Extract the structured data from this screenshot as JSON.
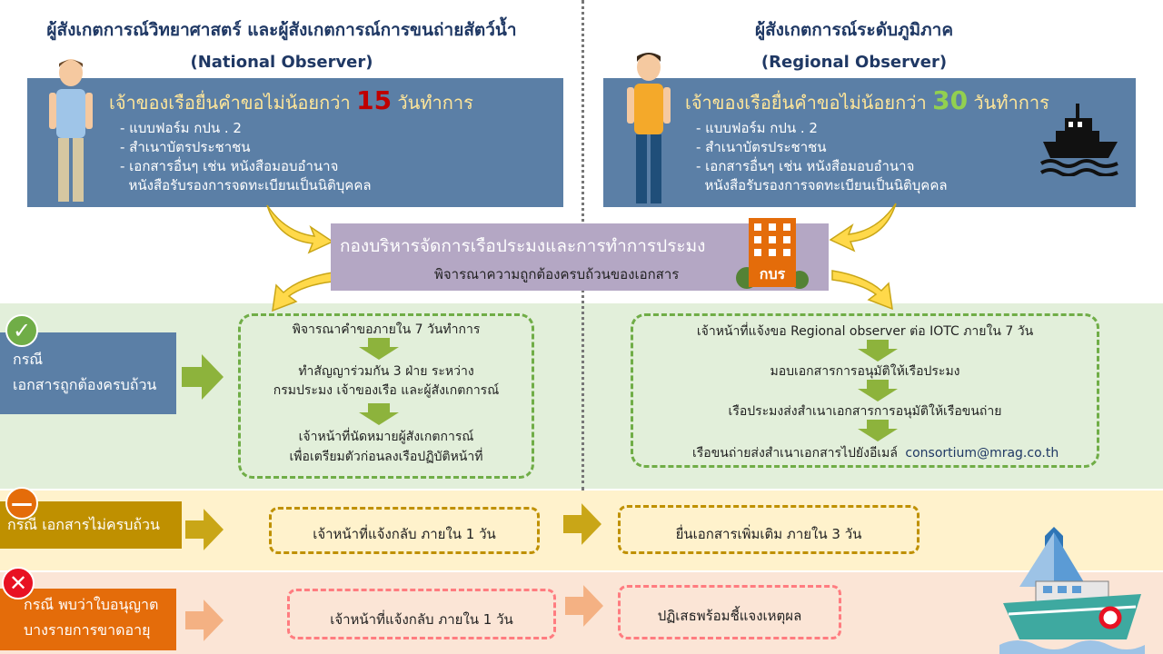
{
  "national": {
    "title_th": "ผู้สังเกตการณ์วิทยาศาสตร์ และผู้สังเกตการณ์การขนถ่ายสัตว์น้ำ",
    "title_en": "(National Observer)",
    "head_pre": "เจ้าของเรือยื่นคำขอไม่น้อยกว่า",
    "days": "15",
    "head_post": "วันทำการ",
    "items": [
      "- แบบฟอร์ม กปน . 2",
      "- สำเนาบัตรประชาชน",
      "- เอกสารอื่นๆ เช่น  หนังสือมอบอำนาจ",
      "  หนังสือรับรองการจดทะเบียนเป็นนิติบุคคล"
    ]
  },
  "regional": {
    "title_th": "ผู้สังเกตการณ์ระดับภูมิภาค",
    "title_en": "(Regional Observer)",
    "head_pre": "เจ้าของเรือยื่นคำขอไม่น้อยกว่า",
    "days": "30",
    "head_post": "วันทำการ",
    "items": [
      "- แบบฟอร์ม กปน . 2",
      "- สำเนาบัตรประชาชน",
      "- เอกสารอื่นๆ เช่น  หนังสือมอบอำนาจ",
      "  หนังสือรับรองการจดทะเบียนเป็นนิติบุคคล"
    ]
  },
  "center": {
    "title": "กองบริหารจัดการเรือประมงและการทำการประมง",
    "subtitle": "พิจารณาความถูกต้องครบถ้วนของเอกสาร",
    "building_label": "กบร"
  },
  "case_ok": {
    "label_1": "กรณี",
    "label_2": "เอกสารถูกต้องครบถ้วน",
    "national_steps": [
      "พิจารณาคำขอภายใน 7 วันทำการ",
      "ทำสัญญาร่วมกัน 3 ฝ่าย ระหว่าง",
      "กรมประมง เจ้าของเรือ และผู้สังเกตการณ์",
      "เจ้าหน้าที่นัดหมายผู้สังเกตการณ์",
      "เพื่อเตรียมตัวก่อนลงเรือปฏิบัติหน้าที่"
    ],
    "regional_steps": [
      "เจ้าหน้าที่แจ้งขอ Regional observer ต่อ IOTC ภายใน 7 วัน",
      "มอบเอกสารการอนุมัติให้เรือประมง",
      "เรือประมงส่งสำเนาเอกสารการอนุมัติให้เรือขนถ่าย",
      "เรือขนถ่ายส่งสำเนาเอกสารไปยังอีเมล์"
    ],
    "email": "consortium@mrag.co.th"
  },
  "case_incomplete": {
    "label": "กรณี เอกสารไม่ครบถ้วน",
    "step1": "เจ้าหน้าที่แจ้งกลับ ภายใน 1 วัน",
    "step2": "ยื่นเอกสารเพิ่มเติม ภายใน 3 วัน"
  },
  "case_expired": {
    "label_1": "กรณี พบว่าใบอนุญาต",
    "label_2": "บางรายการขาดอายุ",
    "step1": "เจ้าหน้าที่แจ้งกลับ ภายใน 1 วัน",
    "step2": "ปฏิเสธพร้อมชี้แจงเหตุผล"
  },
  "colors": {
    "blue_box": "#5b7fa6",
    "center_box": "#b4a7c4",
    "ok": "#70ad47",
    "incomplete": "#bf9000",
    "expired": "#e46c0a",
    "reject": "#e81123",
    "arrow_ok": "#8db33c",
    "arrow_incomplete": "#c9a617",
    "arrow_expired": "#f4b183"
  },
  "icons": {
    "ok": "check-icon",
    "incomplete": "minus-icon",
    "expired": "cross-icon"
  }
}
